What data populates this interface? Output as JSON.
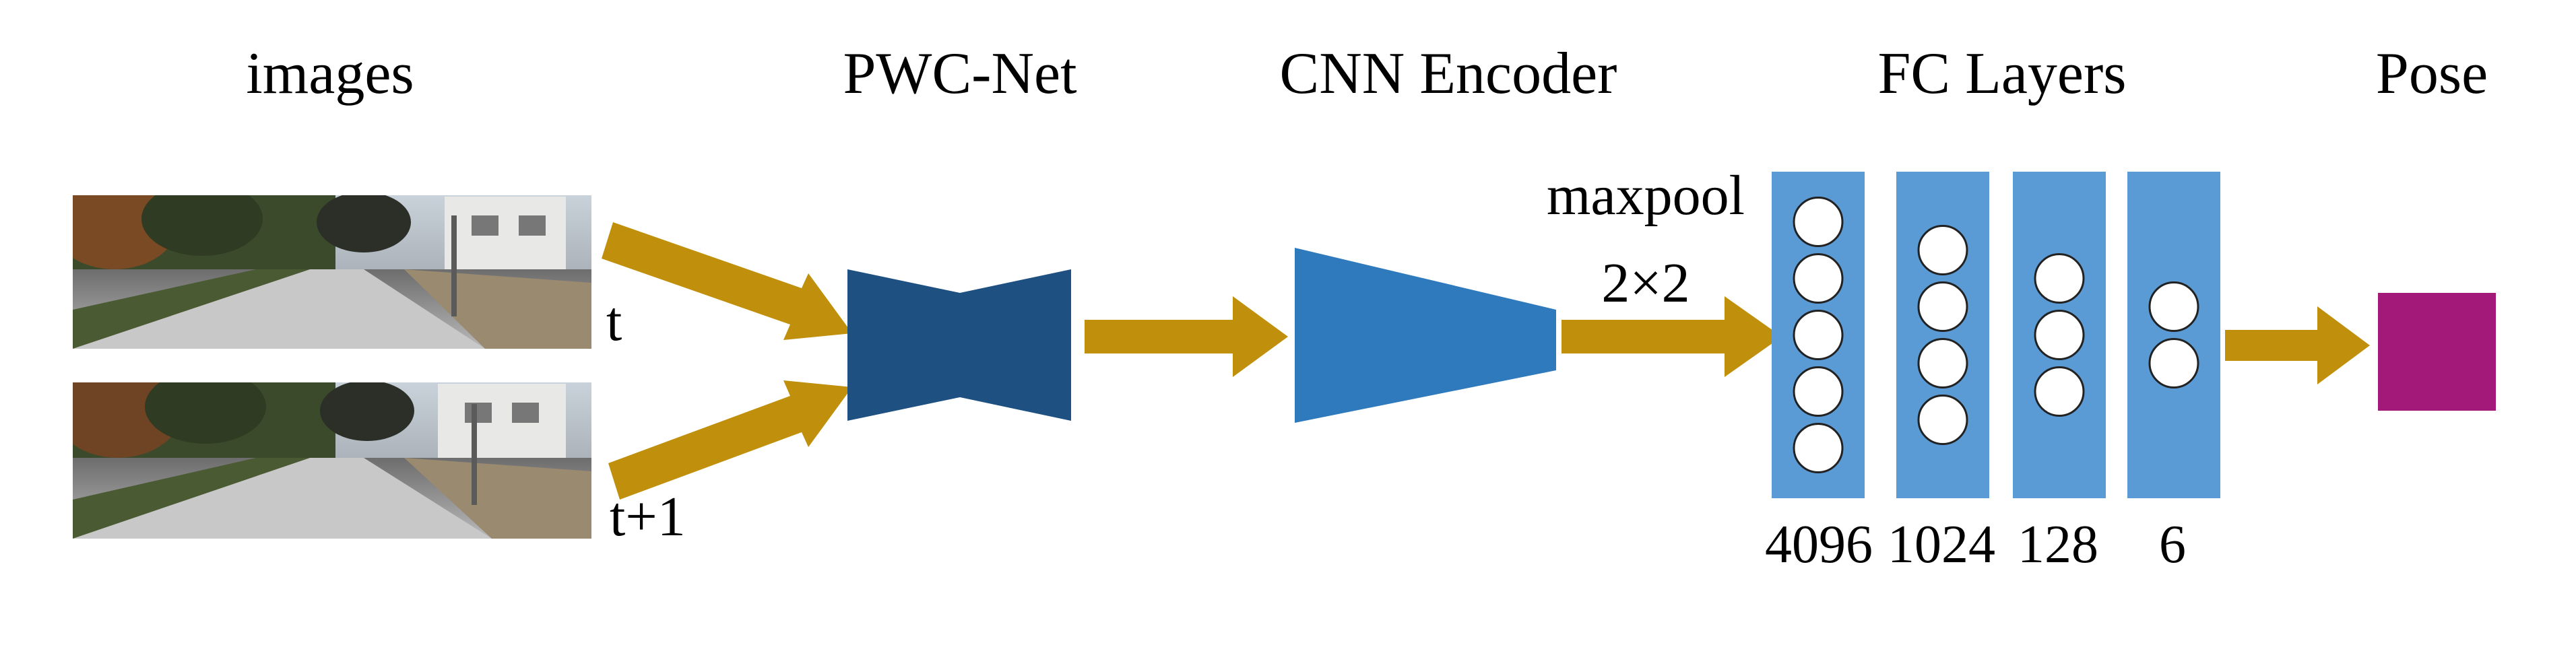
{
  "headers": {
    "images": "images",
    "pwcnet": "PWC-Net",
    "cnn_encoder": "CNN Encoder",
    "fc_layers": "FC Layers",
    "pose": "Pose"
  },
  "frame_labels": {
    "t": "t",
    "t_plus_1": "t+1"
  },
  "maxpool": {
    "label": "maxpool",
    "size": "2×2"
  },
  "fc_sizes": [
    "4096",
    "1024",
    "128",
    "6"
  ],
  "fc_neurons_drawn": [
    5,
    4,
    3,
    2
  ],
  "colors": {
    "arrow": "#c0900c",
    "pwcnet": "#1e5081",
    "encoder": "#2f79bd",
    "fc_layer": "#5b9bd5",
    "pose": "#a3197a"
  }
}
